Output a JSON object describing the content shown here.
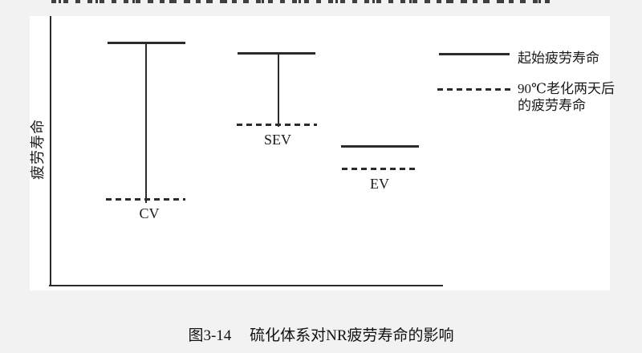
{
  "figure": {
    "y_axis_label": "疲劳寿命",
    "groups": [
      {
        "name": "CV"
      },
      {
        "name": "SEV"
      },
      {
        "name": "EV"
      }
    ],
    "legend": [
      {
        "style": "solid",
        "label": "起始疲劳寿命"
      },
      {
        "style": "dashed",
        "label": "90℃老化两天后的疲劳寿命"
      }
    ],
    "caption": {
      "number": "图3-14",
      "title": "硫化体系对NR疲劳寿命的影响"
    }
  },
  "colors": {
    "line": "#2b2b2b",
    "text": "#1a1a1a",
    "panel_background": "#ffffff",
    "page_background": "#f2f2f2"
  },
  "chart_data": {
    "type": "range",
    "title": "图3-14 硫化体系对NR疲劳寿命的影响",
    "categories": [
      "CV",
      "SEV",
      "EV"
    ],
    "series": [
      {
        "name": "起始疲劳寿命",
        "style": "solid",
        "values": [
          90,
          86,
          52
        ]
      },
      {
        "name": "90℃老化两天后的疲劳寿命",
        "style": "dashed",
        "values": [
          32,
          60,
          43
        ]
      }
    ],
    "xlabel": "",
    "ylabel": "疲劳寿命",
    "value_units": "relative (axis has no tick labels; values estimated as 0-100 of plot height)",
    "axis_ticks": "none",
    "grid": false,
    "legend_position": "upper right",
    "notes": "Vertical connector bars join initial and aged values for CV and SEV; EV shown as two close horizontal lines."
  }
}
